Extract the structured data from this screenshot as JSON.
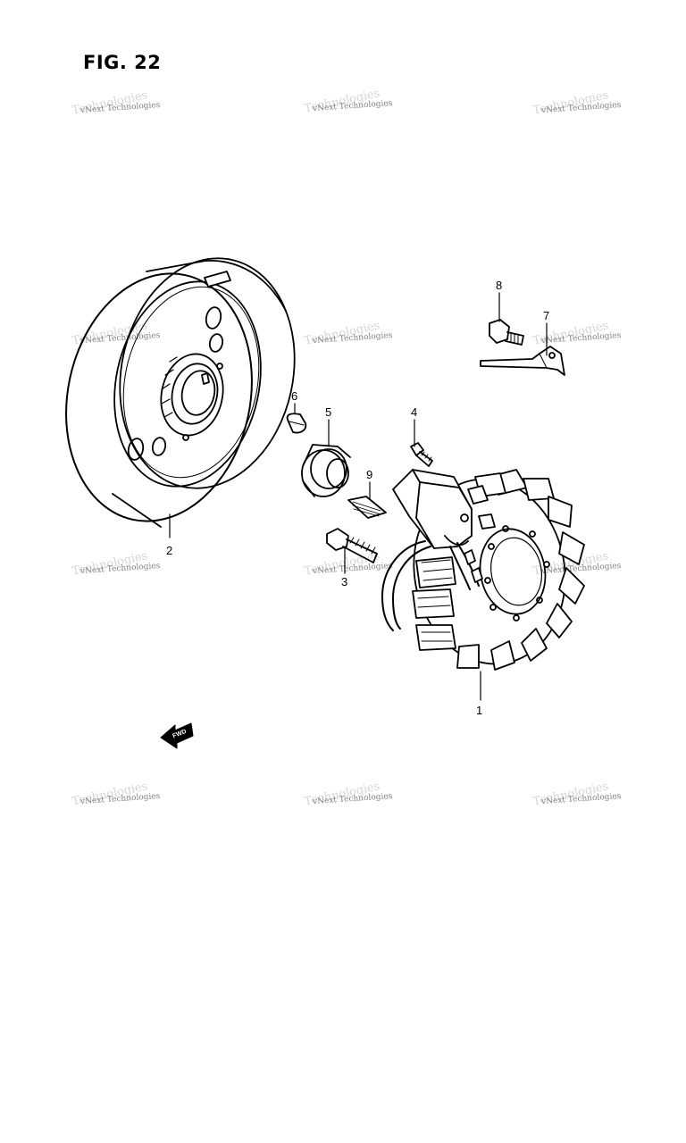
{
  "figure": {
    "title": "FIG. 22"
  },
  "callouts": [
    {
      "id": "1",
      "label": "1"
    },
    {
      "id": "2",
      "label": "2"
    },
    {
      "id": "3",
      "label": "3"
    },
    {
      "id": "4",
      "label": "4"
    },
    {
      "id": "5",
      "label": "5"
    },
    {
      "id": "6",
      "label": "6"
    },
    {
      "id": "7",
      "label": "7"
    },
    {
      "id": "8",
      "label": "8"
    },
    {
      "id": "9",
      "label": "9"
    }
  ],
  "direction_marker": {
    "label": "FWD"
  },
  "watermark": {
    "text": "vNext Technologies"
  }
}
